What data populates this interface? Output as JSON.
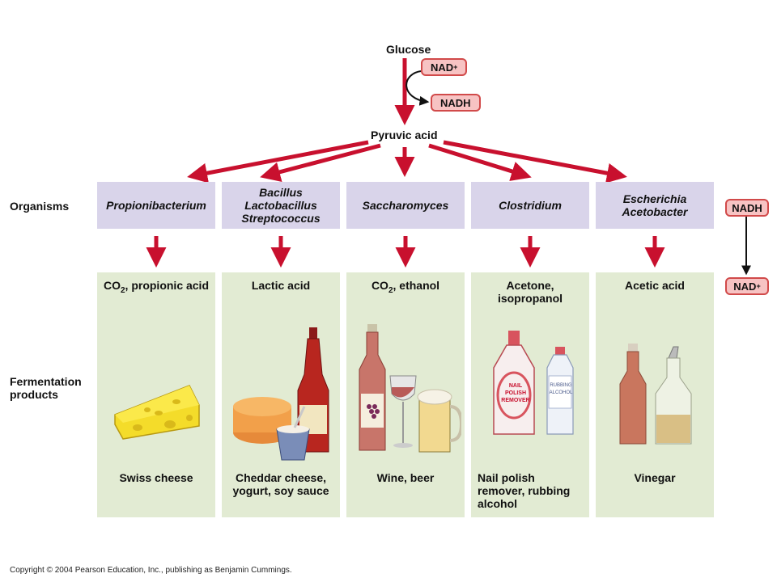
{
  "pathway": {
    "glucose": "Glucose",
    "nad_plus": "NAD",
    "nad_plus_sup": "+",
    "nadh": "NADH",
    "pyruvic_acid": "Pyruvic acid"
  },
  "row_labels": {
    "organisms": "Organisms",
    "fermentation_products_line1": "Fermentation",
    "fermentation_products_line2": "products"
  },
  "columns": [
    {
      "organisms": [
        "Propionibacterium"
      ],
      "product_prefix": "CO",
      "product_sub": "2",
      "product_rest": ", propionic acid",
      "product_lines": [],
      "foods": [
        "Swiss cheese"
      ]
    },
    {
      "organisms": [
        "Bacillus",
        "Lactobacillus",
        "Streptococcus"
      ],
      "product_lines": [
        "Lactic acid"
      ],
      "foods": [
        "Cheddar cheese,",
        "yogurt, soy sauce"
      ]
    },
    {
      "organisms": [
        "Saccharomyces"
      ],
      "product_prefix": "CO",
      "product_sub": "2",
      "product_rest": ", ethanol",
      "product_lines": [],
      "foods": [
        "Wine, beer"
      ]
    },
    {
      "organisms": [
        "Clostridium"
      ],
      "product_lines": [
        "Acetone,",
        "isopropanol"
      ],
      "foods": [
        "Nail polish",
        "remover, rubbing",
        "alcohol"
      ]
    },
    {
      "organisms": [
        "Escherichia",
        "Acetobacter"
      ],
      "product_lines": [
        "Acetic acid"
      ],
      "foods": [
        "Vinegar"
      ]
    }
  ],
  "side": {
    "nadh": "NADH",
    "nad_plus": "NAD",
    "nad_plus_sup": "+"
  },
  "bottle_text": {
    "nail_polish": [
      "NAIL",
      "POLISH",
      "REMOVER"
    ],
    "rubbing_alcohol": [
      "RUBBING",
      "ALCOHOL"
    ]
  },
  "copyright": "Copyright © 2004 Pearson Education, Inc., publishing as Benjamin Cummings.",
  "colors": {
    "arrow_red": "#c8102e",
    "organism_box": "#d9d4ea",
    "product_box": "#e2ebd3",
    "pill_fill": "#f7c3c3",
    "pill_border": "#d14a4a"
  }
}
